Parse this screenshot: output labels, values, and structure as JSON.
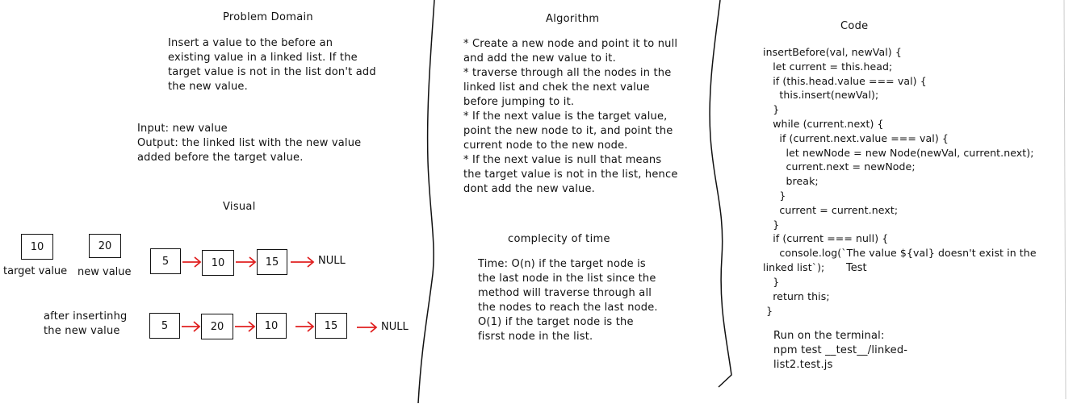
{
  "problem": {
    "title": "Problem Domain",
    "description": "Insert a value to the before an\nexisting value in a linked list. If the\ntarget value is not in the list don't add\nthe new value.",
    "io": "Input: new value\nOutput: the linked list with the new value\nadded before the target value."
  },
  "visual": {
    "title": "Visual",
    "target_value": "10",
    "target_label": "target value",
    "new_value": "20",
    "new_label": "new value",
    "list_before": [
      "5",
      "10",
      "15"
    ],
    "list_after": [
      "5",
      "20",
      "10",
      "15"
    ],
    "null_text": "NULL",
    "after_label": "after insertinhg\nthe new value"
  },
  "algorithm": {
    "title": "Algorithm",
    "steps": "* Create a new node and point it to null\nand add the new value to it.\n* traverse through all the nodes in the\nlinked list and chek the next value\nbefore jumping to it.\n* If the next value is the target value,\npoint the new node to it, and point the\ncurrent node to the new node.\n* If the next value is null that means\nthe target value is not in the list, hence\ndont add the new value."
  },
  "complexity": {
    "title": "complecity of time",
    "text": "Time: O(n) if the target node is\nthe last node in the list since the\nmethod will traverse through all\nthe nodes to reach the last node.\nO(1) if the target node is the\nfisrst node in the list."
  },
  "code": {
    "title": "Code",
    "source": "insertBefore(val, newVal) {\n   let current = this.head;\n   if (this.head.value === val) {\n     this.insert(newVal);\n   }\n   while (current.next) {\n     if (current.next.value === val) {\n       let newNode = new Node(newVal, current.next);\n       current.next = newNode;\n       break;\n     }\n     current = current.next;\n   }\n   if (current === null) {\n     console.log(`The value ${val} doesn't exist in the\nlinked list`);",
    "test_label": "Test",
    "tail": "   }\n   return this;\n }",
    "terminal": "Run on the terminal:\nnpm test __test__/linked-\nlist2.test.js"
  }
}
